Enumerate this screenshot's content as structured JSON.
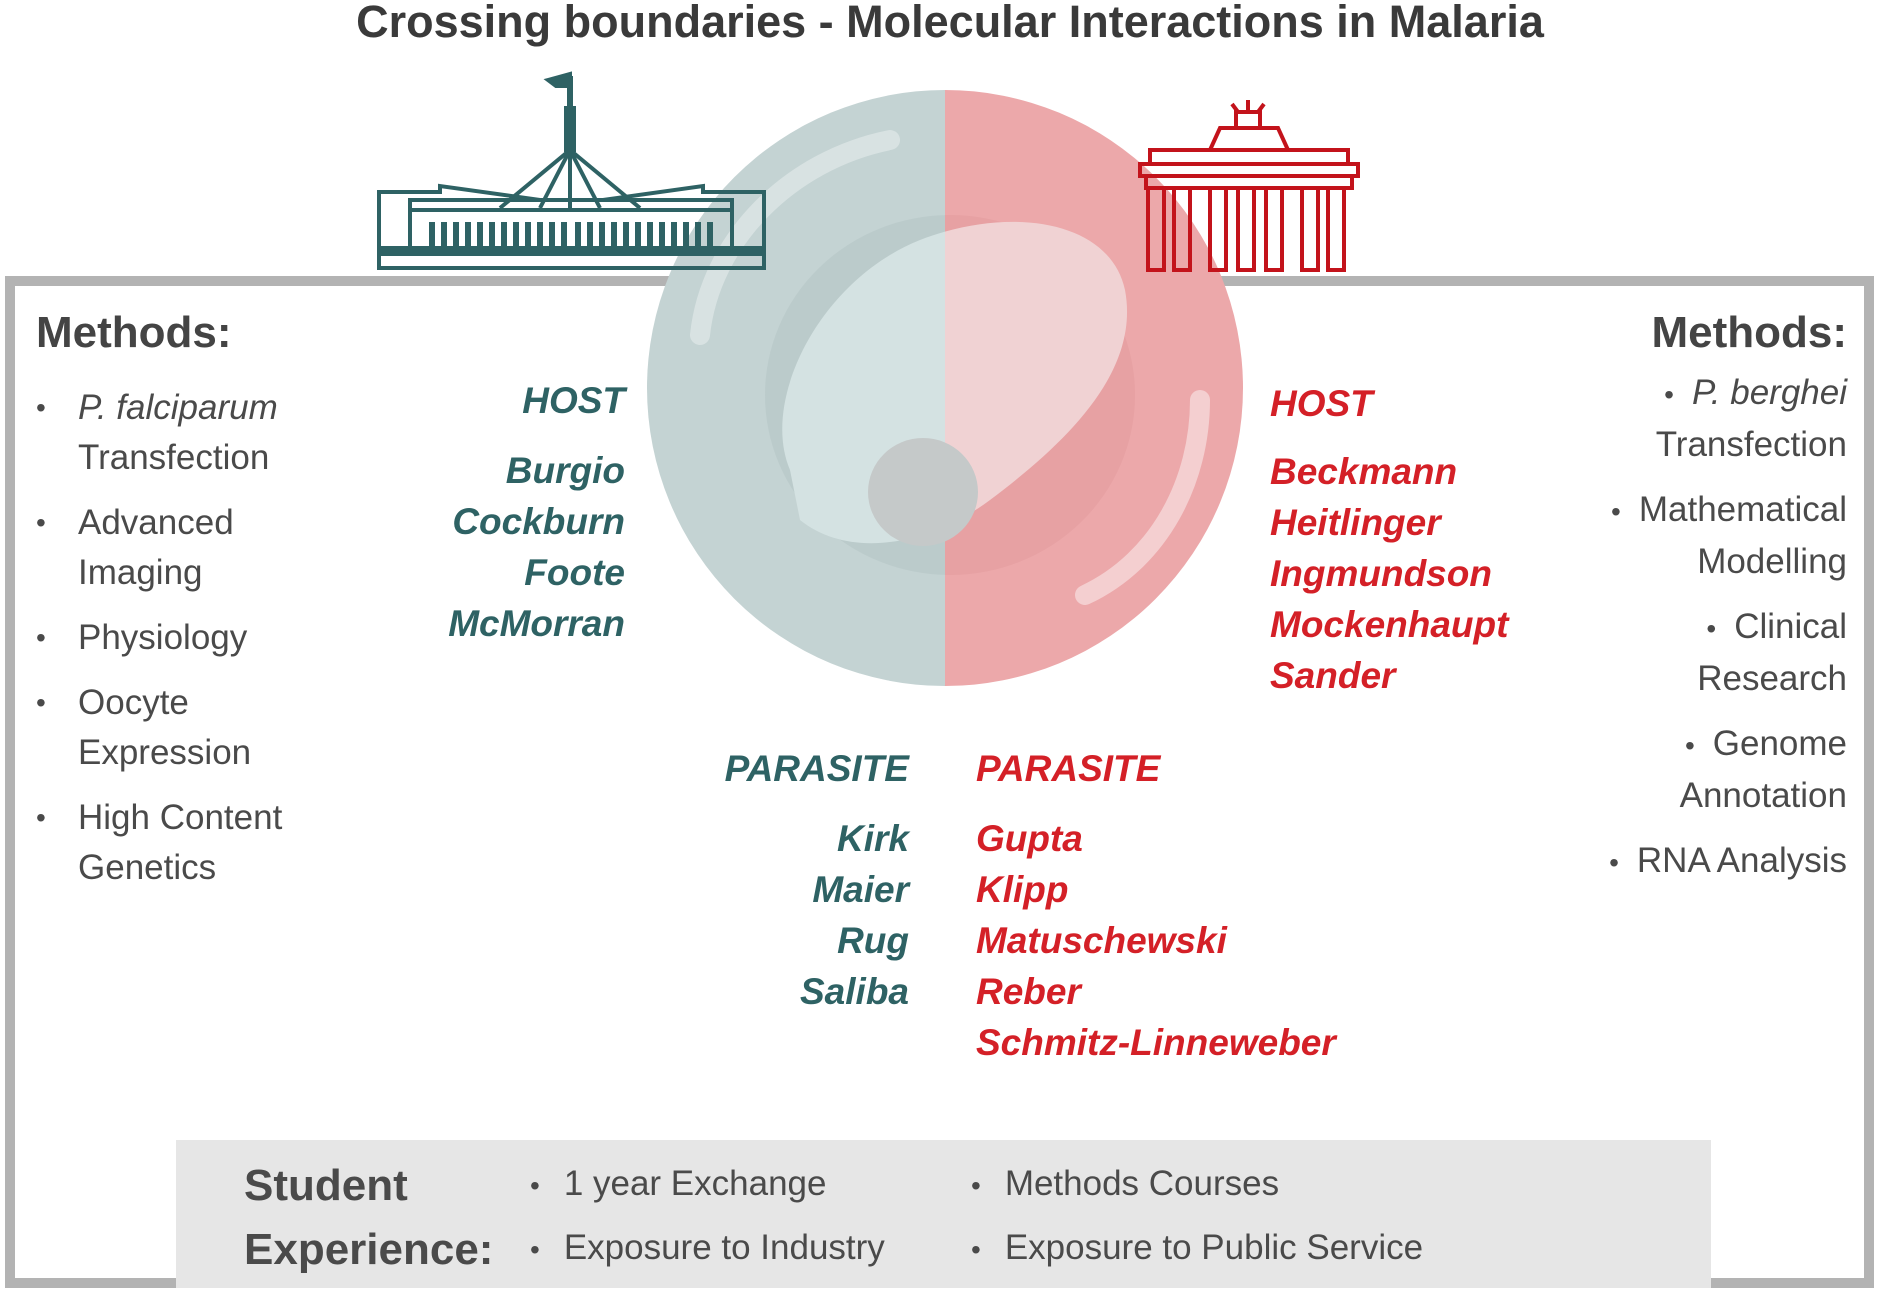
{
  "title": "Crossing boundaries - Molecular Interactions in Malaria",
  "left_methods": {
    "heading": "Methods:",
    "items": [
      {
        "italic": "P. falciparum",
        "line2": "Transfection"
      },
      {
        "line1": "Advanced",
        "line2": "Imaging"
      },
      {
        "line1": "Physiology"
      },
      {
        "line1": "Oocyte",
        "line2": "Expression"
      },
      {
        "line1": "High Content",
        "line2": "Genetics"
      }
    ]
  },
  "right_methods": {
    "heading": "Methods:",
    "items": [
      {
        "italic": "P. berghei",
        "line2": "Transfection"
      },
      {
        "line1": "Mathematical",
        "line2": "Modelling"
      },
      {
        "line1": "Clinical",
        "line2": "Research"
      },
      {
        "line1": "Genome",
        "line2": "Annotation"
      },
      {
        "line1": "RNA Analysis"
      }
    ]
  },
  "australia": {
    "host_heading": "HOST",
    "host_names": [
      "Burgio",
      "Cockburn",
      "Foote",
      "McMorran"
    ],
    "parasite_heading": "PARASITE",
    "parasite_names": [
      "Kirk",
      "Maier",
      "Rug",
      "Saliba"
    ],
    "color": "#2e6264"
  },
  "germany": {
    "host_heading": "HOST",
    "host_names": [
      "Beckmann",
      "Heitlinger",
      "Ingmundson",
      "Mockenhaupt",
      "Sander"
    ],
    "parasite_heading": "PARASITE",
    "parasite_names": [
      "Gupta",
      "Klipp",
      "Matuschewski",
      "Reber",
      "Schmitz-Linneweber"
    ],
    "color": "#d42027"
  },
  "student": {
    "heading_line1": "Student",
    "heading_line2": "Experience:",
    "items": [
      "1 year Exchange",
      "Methods Courses",
      "Exposure to Industry",
      "Exposure to Public Service"
    ]
  },
  "icons": {
    "left": "parliament-house-canberra-icon",
    "right": "brandenburg-gate-icon",
    "center": "infected-red-blood-cell-icon"
  }
}
